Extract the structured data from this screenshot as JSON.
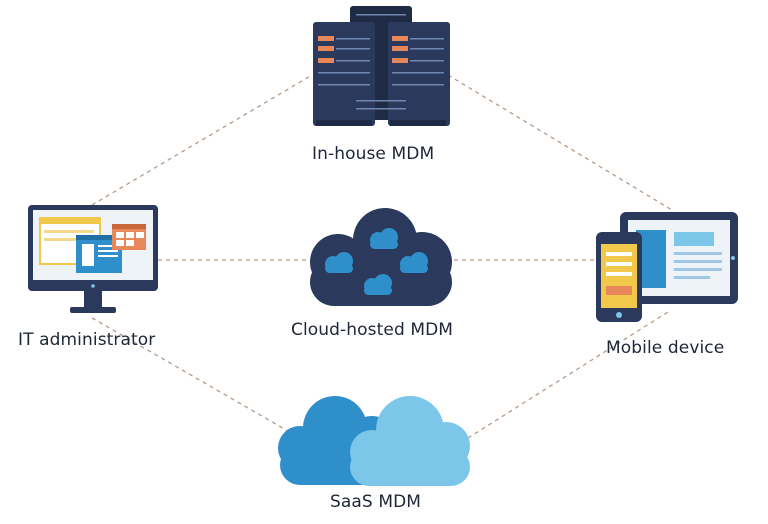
{
  "nodes": {
    "inhouse_mdm": {
      "label": "In-house MDM",
      "icon": "server-rack-icon"
    },
    "cloud_mdm": {
      "label": "Cloud-hosted MDM",
      "icon": "cloud-network-icon"
    },
    "it_admin": {
      "label": "IT administrator",
      "icon": "desktop-monitor-icon"
    },
    "mobile_device": {
      "label": "Mobile device",
      "icon": "tablet-phone-icon"
    },
    "saas_mdm": {
      "label": "SaaS MDM",
      "icon": "cloud-icon"
    }
  },
  "connections": [
    [
      "it_admin",
      "inhouse_mdm"
    ],
    [
      "inhouse_mdm",
      "mobile_device"
    ],
    [
      "it_admin",
      "cloud_mdm"
    ],
    [
      "cloud_mdm",
      "mobile_device"
    ],
    [
      "it_admin",
      "saas_mdm"
    ],
    [
      "saas_mdm",
      "mobile_device"
    ]
  ],
  "colors": {
    "navy": "#2b3a5c",
    "dark_navy": "#243150",
    "orange": "#e8875a",
    "light_blue": "#7cc6ea",
    "mid_blue": "#2e8fca",
    "dashed_line": "#b79a88",
    "yellow": "#f2c84b"
  }
}
